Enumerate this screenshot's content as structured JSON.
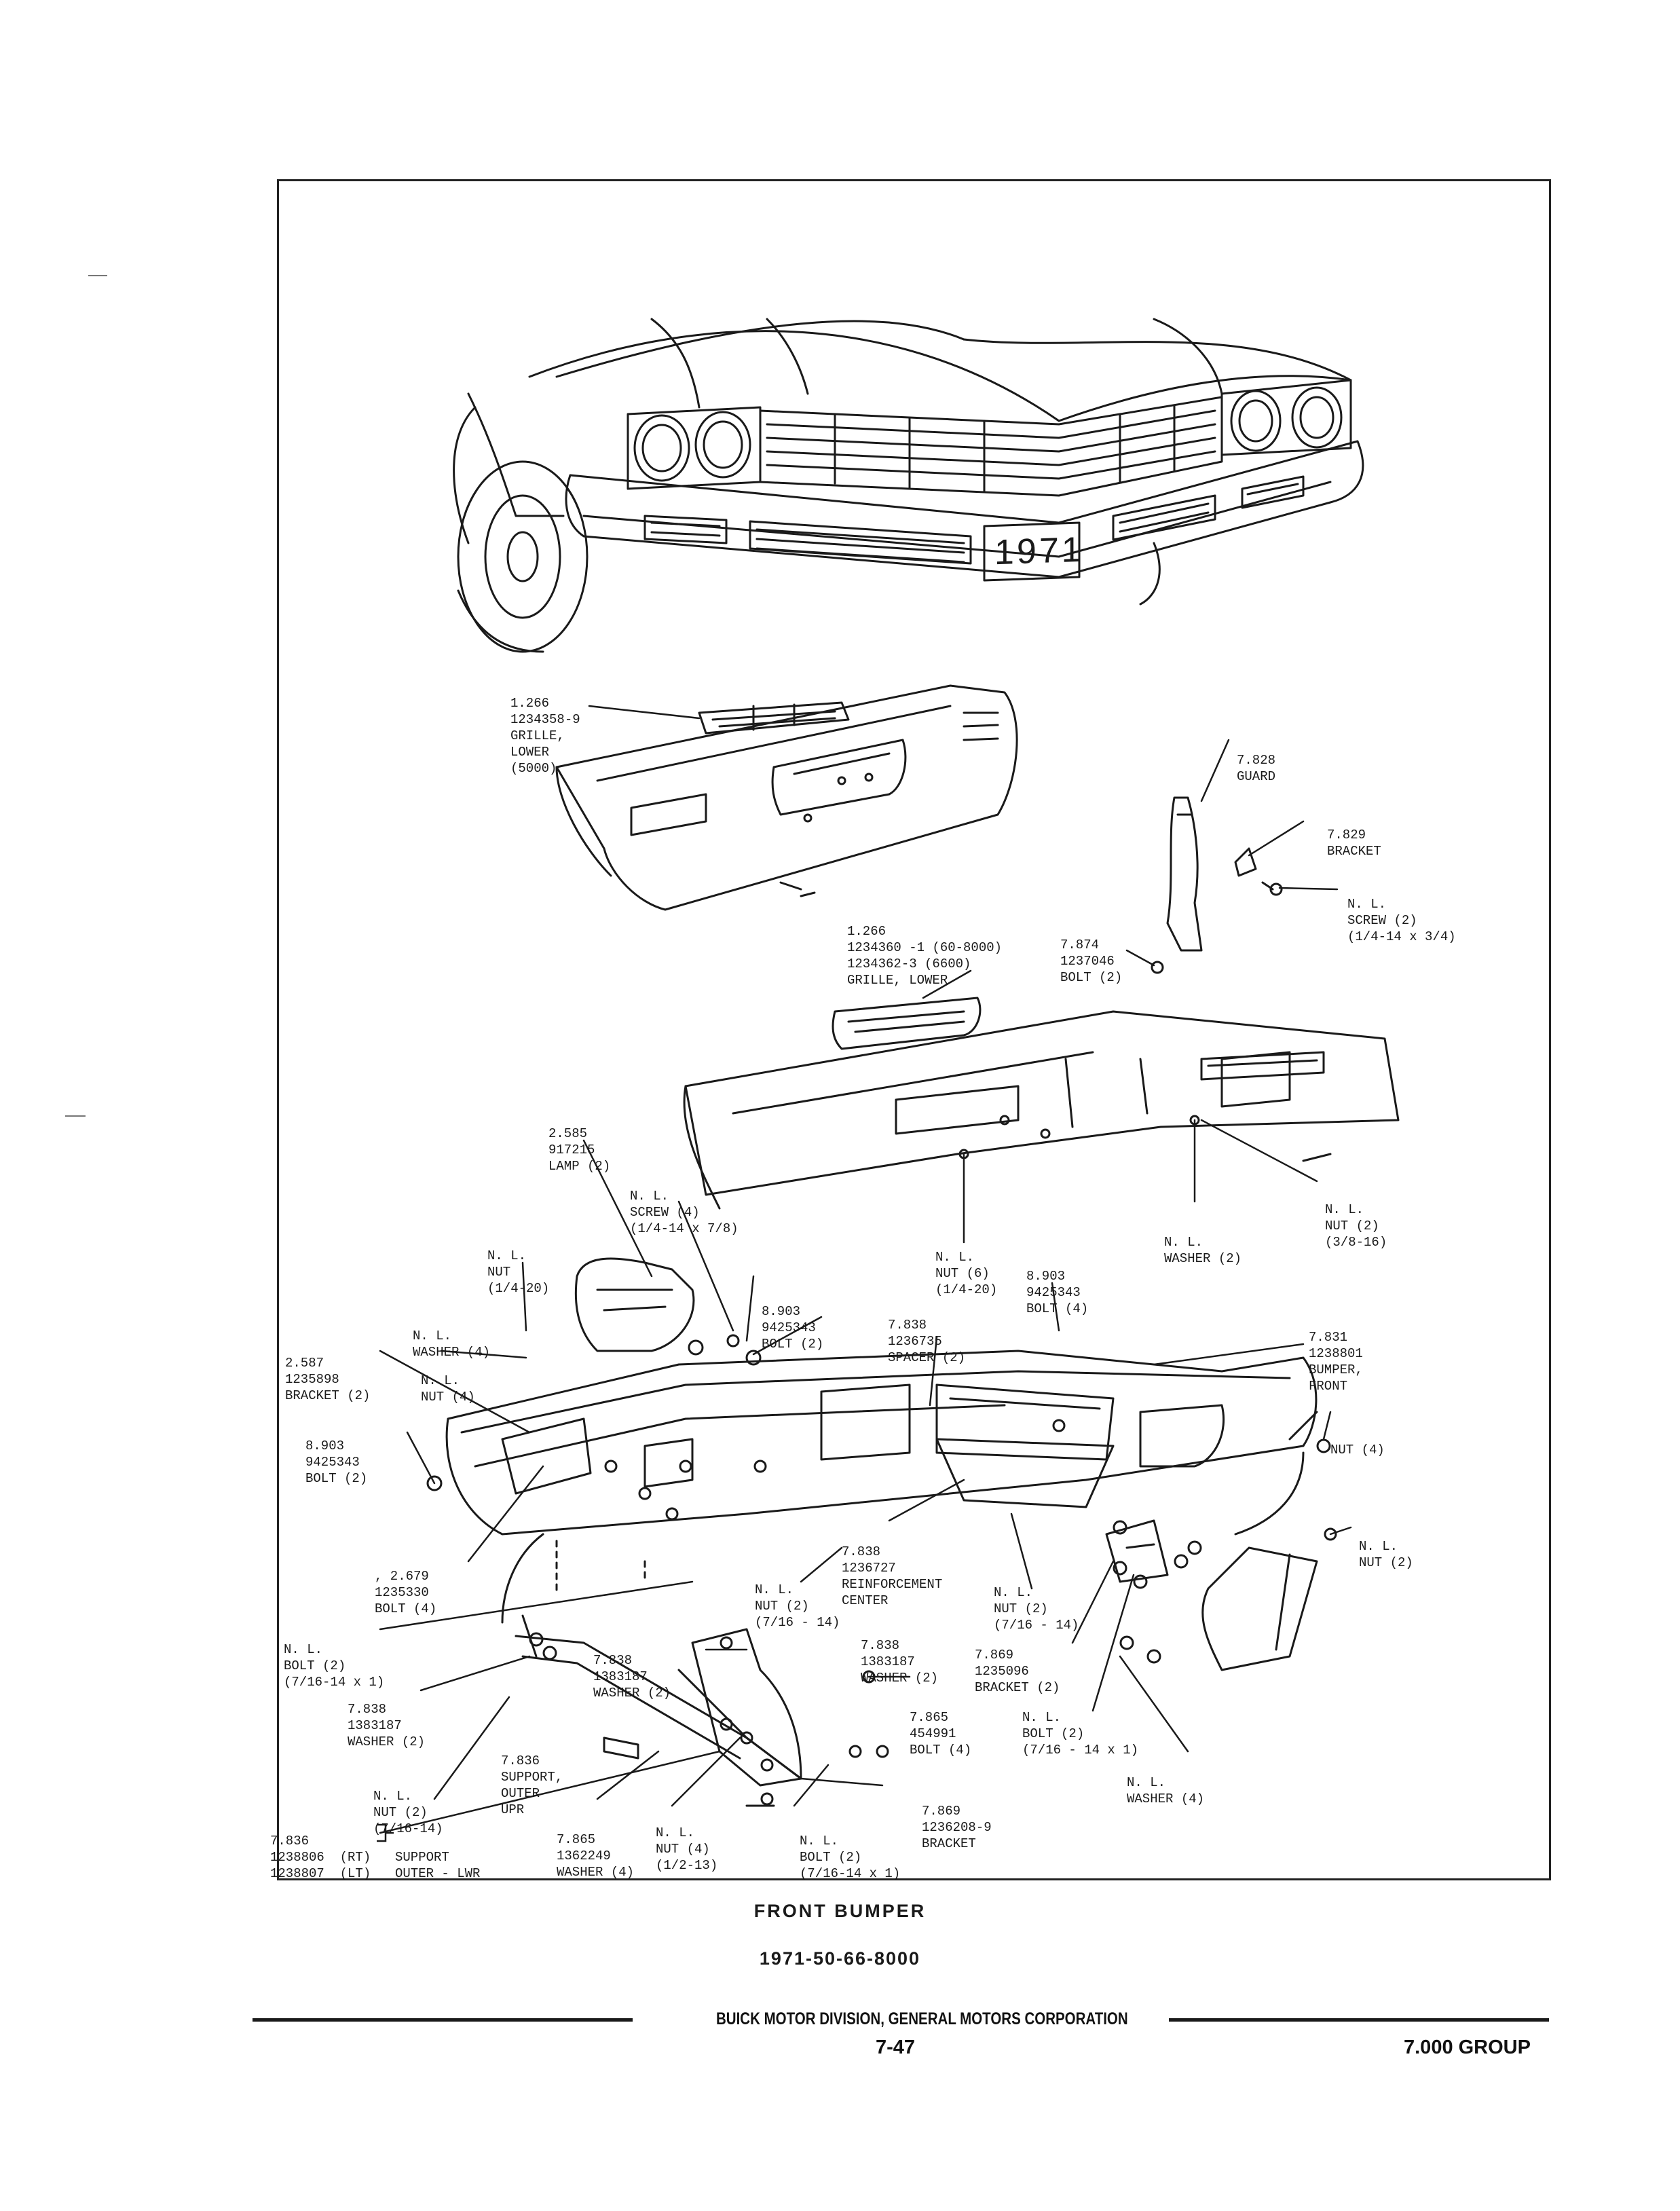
{
  "caption": {
    "title": "FRONT BUMPER",
    "subtitle": "1971-50-66-8000"
  },
  "footer": {
    "division": "BUICK MOTOR DIVISION, GENERAL MOTORS CORPORATION",
    "page": "7-47",
    "group": "7.000 GROUP"
  },
  "plate_text": "1971",
  "callouts": {
    "grille_lower_5000": [
      "1.266",
      "1234358-9",
      "GRILLE,",
      "LOWER",
      "(5000)"
    ],
    "guard": [
      "7.828",
      "GUARD"
    ],
    "bracket_guard": [
      "7.829",
      "BRACKET"
    ],
    "screw_guard": [
      "N. L.",
      "SCREW (2)",
      "(1/4-14 x 3/4)"
    ],
    "grille_lower_60": [
      "1.266",
      "1234360 -1 (60-8000)",
      "1234362-3 (6600)",
      "GRILLE, LOWER"
    ],
    "bolt_guard": [
      "7.874",
      "1237046",
      "BOLT (2)"
    ],
    "lamp": [
      "2.585",
      "917215",
      "LAMP (2)"
    ],
    "screw_lamp": [
      "N. L.",
      "SCREW (4)",
      "(1/4-14 x 7/8)"
    ],
    "nut_lamp": [
      "N. L.",
      "NUT",
      "(1/4-20)"
    ],
    "nut_grille": [
      "N. L.",
      "NUT (6)",
      "(1/4-20)"
    ],
    "bolt_8903_a": [
      "8.903",
      "9425343",
      "BOLT (4)"
    ],
    "washer_grille": [
      "N. L.",
      "WASHER (2)"
    ],
    "nut_grille_38": [
      "N. L.",
      "NUT (2)",
      "(3/8-16)"
    ],
    "washer_left": [
      "N. L.",
      "WASHER (4)"
    ],
    "nut_left": [
      "N. L.",
      "NUT (4)"
    ],
    "bracket_2587": [
      "2.587",
      "1235898",
      "BRACKET (2)"
    ],
    "bolt_8903_b": [
      "8.903",
      "9425343",
      "BOLT (2)"
    ],
    "spacer": [
      "7.838",
      "1236735",
      "SPACER (2)"
    ],
    "bumper_front": [
      "7.831",
      "1238801",
      "BUMPER,",
      "FRONT"
    ],
    "bolt_8903_c": [
      "8.903",
      "9425343",
      "BOLT (2)"
    ],
    "nut_right": [
      "NUT (4)"
    ],
    "nut_right_2": [
      "N. L.",
      "NUT (2)"
    ],
    "bolt_2679": [
      ", 2.679",
      "1235330",
      "BOLT (4)"
    ],
    "reinforcement": [
      "7.838",
      "1236727",
      "REINFORCEMENT",
      "CENTER"
    ],
    "nut_center_a": [
      "N. L.",
      "NUT (2)",
      "(7/16 - 14)"
    ],
    "nut_center_b": [
      "N. L.",
      "NUT (2)",
      "(7/16 - 14)"
    ],
    "bolt_left_lower": [
      "N. L.",
      "BOLT (2)",
      "(7/16-14 x 1)"
    ],
    "washer_1383187_a": [
      "7.838",
      "1383187",
      "WASHER (2)"
    ],
    "washer_1383187_b": [
      "7.838",
      "1383187",
      "WASHER (2)"
    ],
    "washer_1383187_c": [
      "7.838",
      "1383187",
      "WASHER (2)"
    ],
    "bracket_7869": [
      "7.869",
      "1235096",
      "BRACKET (2)"
    ],
    "bolt_7865": [
      "7.865",
      "454991",
      "BOLT (4)"
    ],
    "bolt_right_lower": [
      "N. L.",
      "BOLT (2)",
      "(7/16 - 14 x 1)"
    ],
    "support_outer_upr": [
      "7.836",
      "SUPPORT,",
      "OUTER",
      "UPR"
    ],
    "nut_7_16": [
      "N. L.",
      "NUT (2)",
      "(7/16-14)"
    ],
    "washer_right_lower": [
      "N. L.",
      "WASHER (4)"
    ],
    "bracket_1236208": [
      "7.869",
      "1236208-9",
      "BRACKET"
    ],
    "support_lwr": [
      "7.836",
      "1238806  (RT)",
      "1238807  (LT)"
    ],
    "support_lwr_name": [
      "SUPPORT",
      "OUTER - LWR"
    ],
    "washer_1362249": [
      "7.865",
      "1362249",
      "WASHER (4)"
    ],
    "nut_half": [
      "N. L.",
      "NUT (4)",
      "(1/2-13)"
    ],
    "bolt_bottom": [
      "N. L.",
      "BOLT (2)",
      "(7/16-14 x 1)"
    ]
  }
}
